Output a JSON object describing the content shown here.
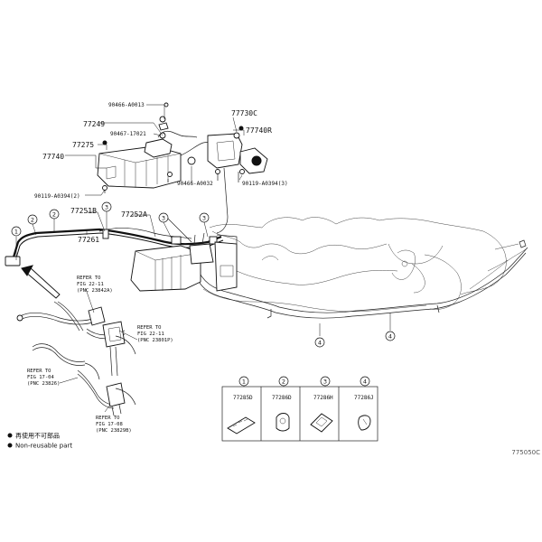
{
  "part_labels": {
    "p90466a0013": "90466-A0013",
    "p77249": "77249",
    "p90467_17021": "90467-17021",
    "p77275": "77275",
    "p77740": "77740",
    "p90119_a0394_2": "90119-A0394(2)",
    "p90466a0032": "90466-A0032",
    "p90119_a0394_3": "90119-A0394(3)",
    "p77730c": "77730C",
    "p77740r": "77740R",
    "p77251b": "77251B",
    "p77252a": "77252A",
    "p77261": "77261"
  },
  "callouts": [
    "1",
    "2",
    "3",
    "4"
  ],
  "refer_notes": {
    "r1": [
      "REFER TO",
      "FIG 22-11",
      "(PNC 23842A)"
    ],
    "r2": [
      "REFER TO",
      "FIG 22-11",
      "(PNC 23801P)"
    ],
    "r3": [
      "REFER TO",
      "FIG 17-04",
      "(PNC 23826)"
    ],
    "r4": [
      "REFER TO",
      "FIG 17-08",
      "(PNC 23829B)"
    ]
  },
  "detail_table": {
    "columns": [
      {
        "num": "1",
        "part": "77285D",
        "icon": "clamp-icon"
      },
      {
        "num": "2",
        "part": "77286D",
        "icon": "clip-icon"
      },
      {
        "num": "3",
        "part": "77286H",
        "icon": "bracket-clamp-icon"
      },
      {
        "num": "4",
        "part": "77286J",
        "icon": "hose-clip-icon"
      }
    ]
  },
  "legend": {
    "item1": "再使用不可部品",
    "item2": "Non-reusable part"
  },
  "diagram_code": "775050C"
}
